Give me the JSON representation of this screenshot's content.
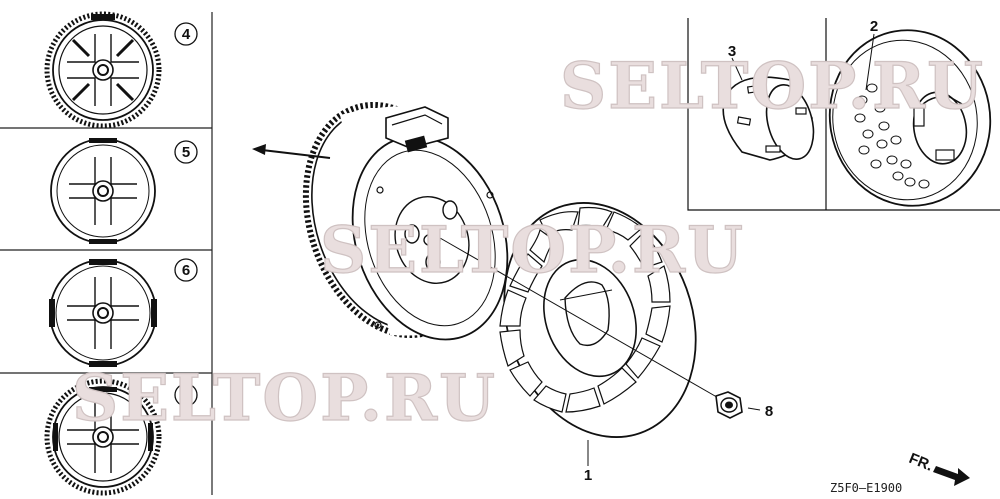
{
  "watermarks": [
    "SELTOP.RU",
    "SELTOP.RU",
    "SELTOP.RU"
  ],
  "callouts": {
    "part_1": "1",
    "part_2": "2",
    "part_3": "3",
    "part_4": "4",
    "part_5": "5",
    "part_6": "6",
    "part_7": "7",
    "part_8": "8"
  },
  "direction_label": "FR.",
  "diagram_code": "Z5F0—E1900"
}
